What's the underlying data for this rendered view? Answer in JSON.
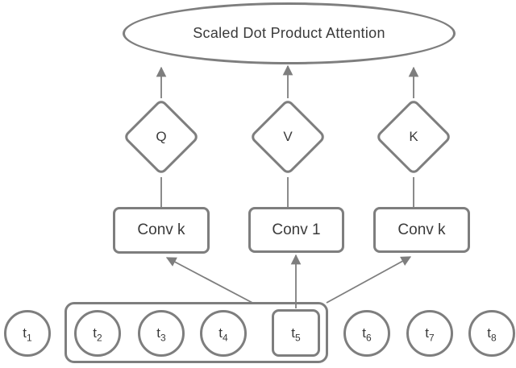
{
  "colors": {
    "stroke": "#7e7e7e",
    "text": "#3a3a3a",
    "background": "#ffffff"
  },
  "attention": {
    "label": "Scaled Dot Product Attention"
  },
  "projections": [
    {
      "label": "Q"
    },
    {
      "label": "V"
    },
    {
      "label": "K"
    }
  ],
  "convs": [
    {
      "label": "Conv k"
    },
    {
      "label": "Conv 1"
    },
    {
      "label": "Conv k"
    }
  ],
  "tokens": [
    {
      "base": "t",
      "sub": "1"
    },
    {
      "base": "t",
      "sub": "2"
    },
    {
      "base": "t",
      "sub": "3"
    },
    {
      "base": "t",
      "sub": "4"
    },
    {
      "base": "t",
      "sub": "5"
    },
    {
      "base": "t",
      "sub": "6"
    },
    {
      "base": "t",
      "sub": "7"
    },
    {
      "base": "t",
      "sub": "8"
    }
  ]
}
